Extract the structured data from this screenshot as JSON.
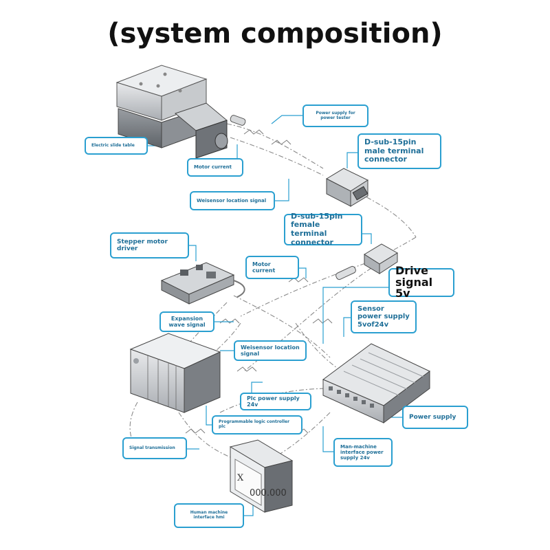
{
  "title": "(system composition)",
  "labels": {
    "electric_slide_table": "Electric slide table",
    "motor_current_top": "Motor current",
    "weisensor_top": "Weisensor location signal",
    "power_supply_tester": "Power supply for power tester",
    "dsub_male": "D-sub-15pin male terminal connector",
    "dsub_female": "D-sub-15pin female terminal connector",
    "stepper_driver": "Stepper motor driver",
    "motor_current_mid": "Motor current",
    "drive_signal": "Drive signal 5v",
    "expansion_wave": "Expansion wave signal",
    "sensor_power": "Sensor power supply 5vof24v",
    "weisensor_mid": "Weisensor location signal",
    "plc_power": "Plc power supply 24v",
    "plc": "Programmable logic controller plc",
    "power_supply": "Power supply",
    "signal_transmission": "Signal transmission",
    "hmi_power": "Man-machine interface power supply 24v",
    "hmi": "Human machine interface hmi"
  },
  "hmi_screen": {
    "axis": "X",
    "value": "000.000"
  },
  "colors": {
    "label_border": "#2a9fd0",
    "label_text": "#1f6f98",
    "device_gray": "#b8bcc0",
    "line_gray": "#888888"
  }
}
